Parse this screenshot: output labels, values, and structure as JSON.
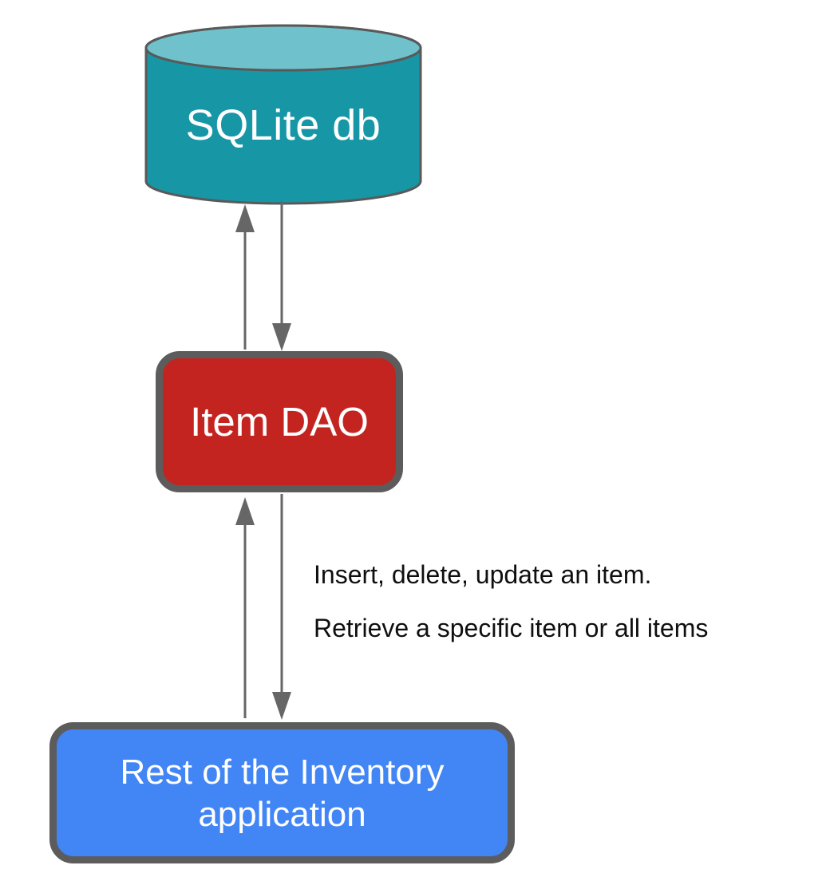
{
  "nodes": {
    "database": {
      "label": "SQLite db",
      "shape": "cylinder",
      "fill": "#1797a6",
      "top_fill": "#6fc2cc",
      "text_color": "#ffffff"
    },
    "dao": {
      "label": "Item DAO",
      "shape": "rounded-rectangle",
      "fill": "#c42420",
      "text_color": "#ffffff"
    },
    "app": {
      "label": "Rest of the Inventory application",
      "shape": "rounded-rectangle",
      "fill": "#4285f4",
      "text_color": "#ffffff"
    }
  },
  "annotation": {
    "line1": "Insert, delete, update an item.",
    "line2": "Retrieve a specific item or all items",
    "text_color": "#0f0f0f"
  },
  "connections": [
    {
      "from": "dao",
      "to": "database",
      "direction": "up"
    },
    {
      "from": "database",
      "to": "dao",
      "direction": "down"
    },
    {
      "from": "app",
      "to": "dao",
      "direction": "up"
    },
    {
      "from": "dao",
      "to": "app",
      "direction": "down"
    }
  ],
  "colors": {
    "outline": "#595959",
    "border": "#5c5c5c",
    "arrow": "#666666",
    "background": "#ffffff"
  }
}
